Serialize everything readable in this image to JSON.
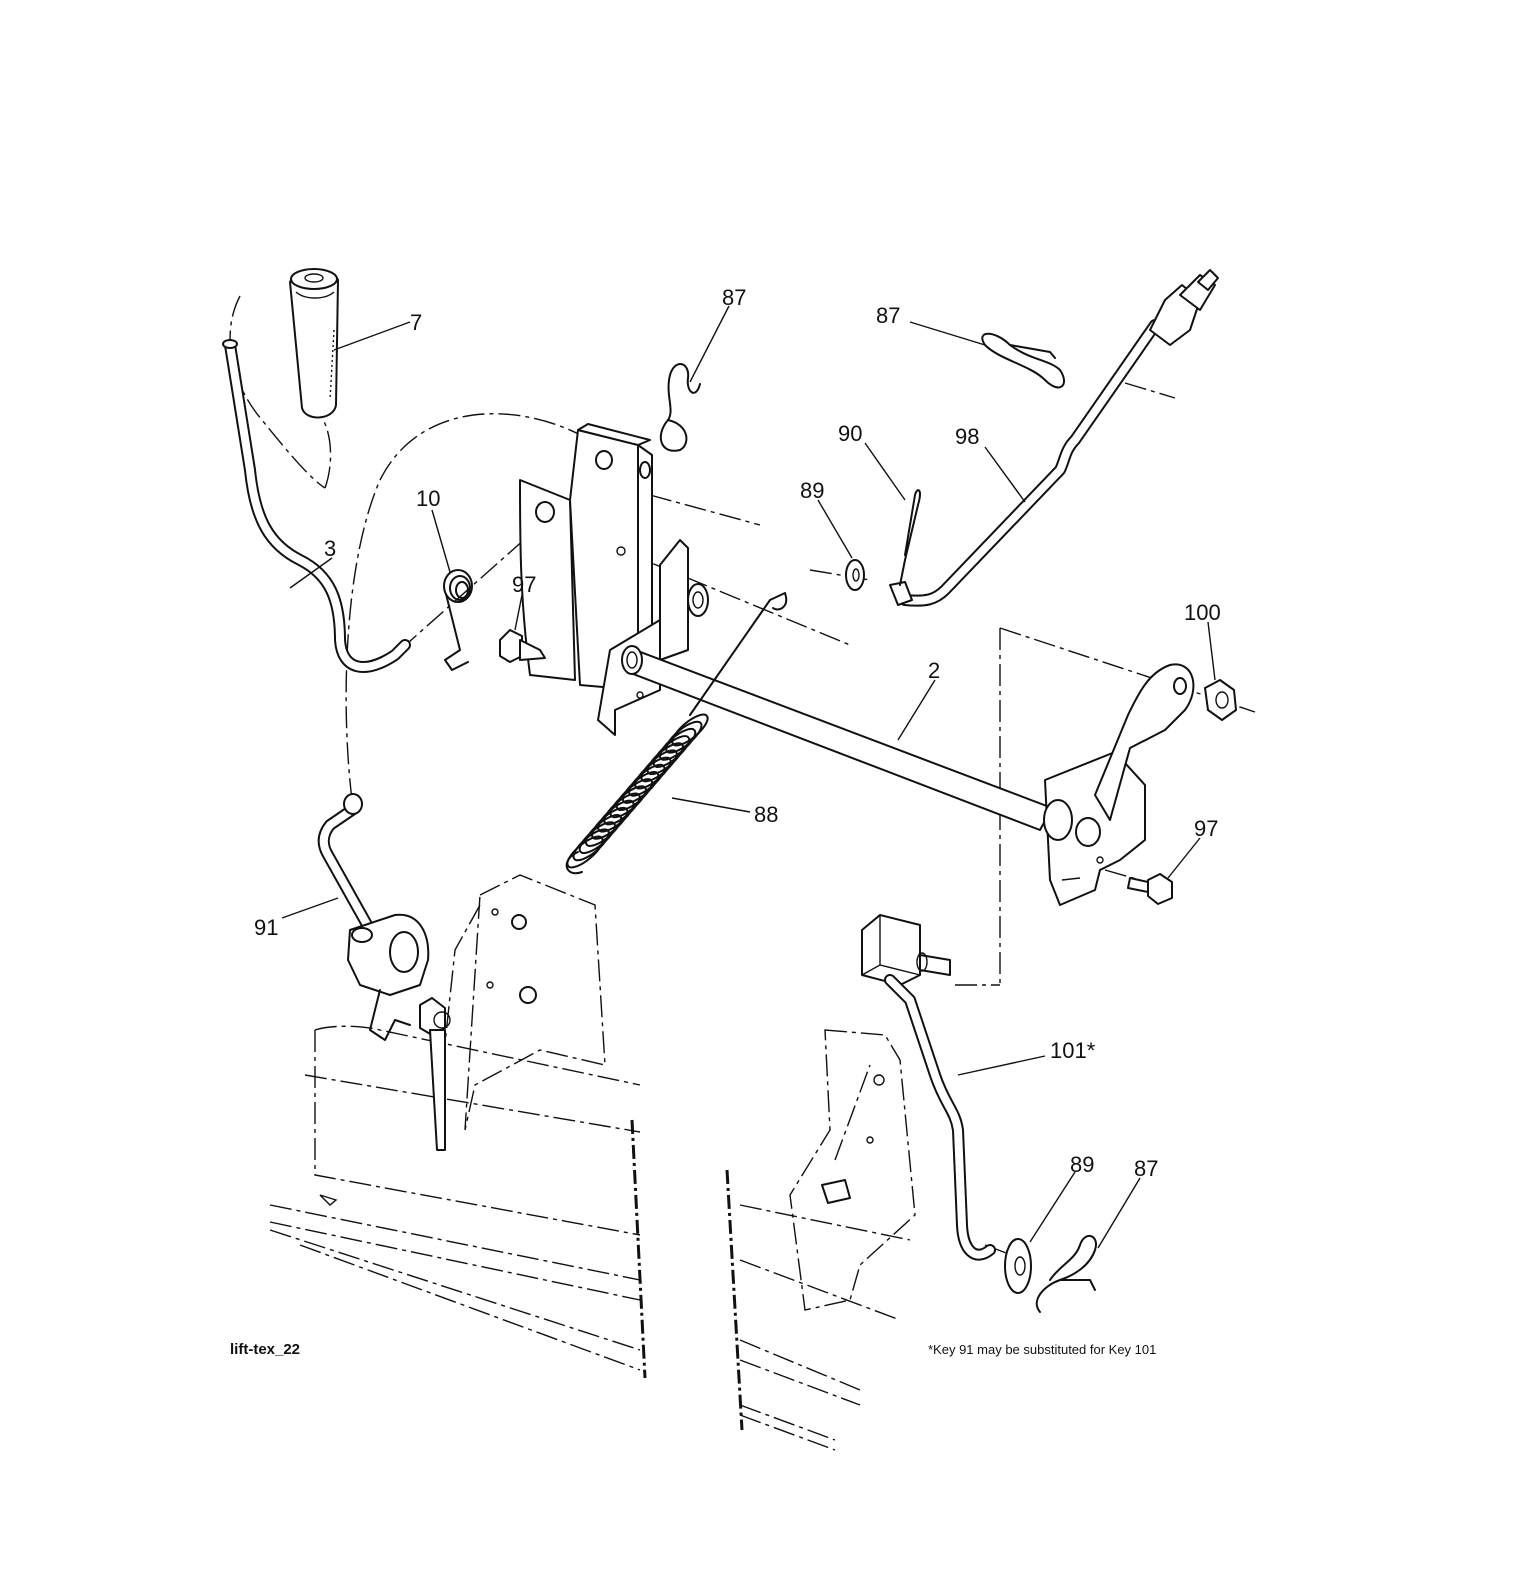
{
  "diagram": {
    "figure_id": "lift-tex_22",
    "footnote": "*Key 91 may be substituted for Key 101",
    "callouts": [
      {
        "key": "c7",
        "label": "7"
      },
      {
        "key": "c87a",
        "label": "87"
      },
      {
        "key": "c87b",
        "label": "87"
      },
      {
        "key": "c90",
        "label": "90"
      },
      {
        "key": "c98",
        "label": "98"
      },
      {
        "key": "c89a",
        "label": "89"
      },
      {
        "key": "c10",
        "label": "10"
      },
      {
        "key": "c3",
        "label": "3"
      },
      {
        "key": "c97a",
        "label": "97"
      },
      {
        "key": "c100",
        "label": "100"
      },
      {
        "key": "c2",
        "label": "2"
      },
      {
        "key": "c88",
        "label": "88"
      },
      {
        "key": "c97b",
        "label": "97"
      },
      {
        "key": "c91",
        "label": "91"
      },
      {
        "key": "c101",
        "label": "101*"
      },
      {
        "key": "c89b",
        "label": "89"
      },
      {
        "key": "c87c",
        "label": "87"
      }
    ]
  }
}
